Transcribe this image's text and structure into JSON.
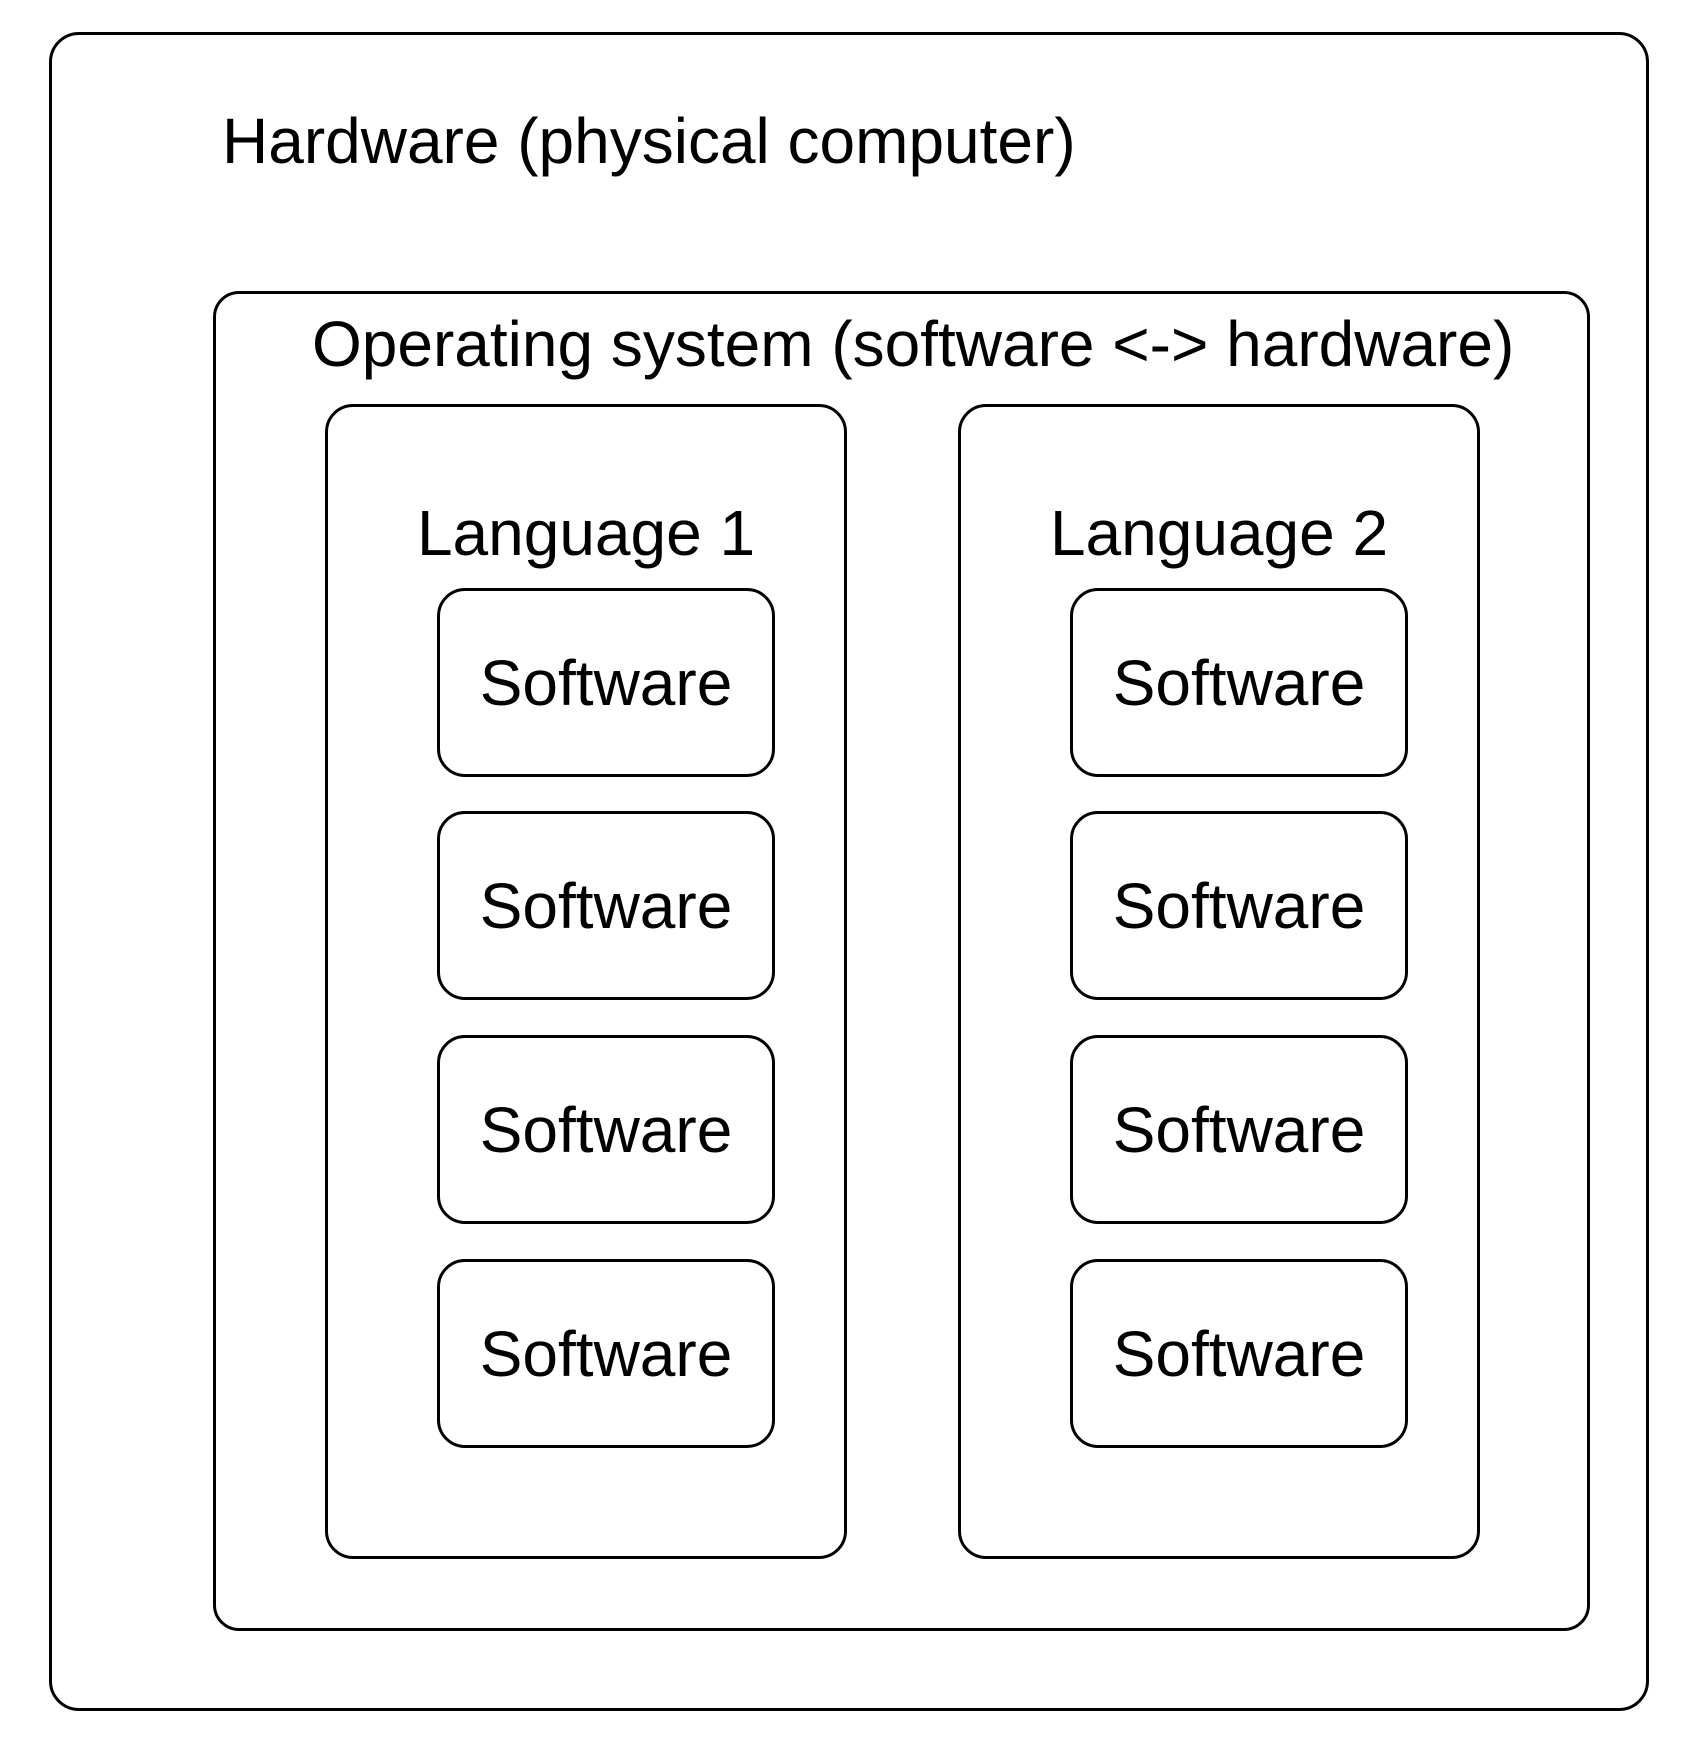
{
  "diagram": {
    "hardware": {
      "label": "Hardware (physical computer)"
    },
    "operating_system": {
      "label": "Operating system (software <-> hardware)"
    },
    "languages": [
      {
        "label": "Language 1",
        "software": [
          "Software",
          "Software",
          "Software",
          "Software"
        ]
      },
      {
        "label": "Language 2",
        "software": [
          "Software",
          "Software",
          "Software",
          "Software"
        ]
      }
    ]
  }
}
